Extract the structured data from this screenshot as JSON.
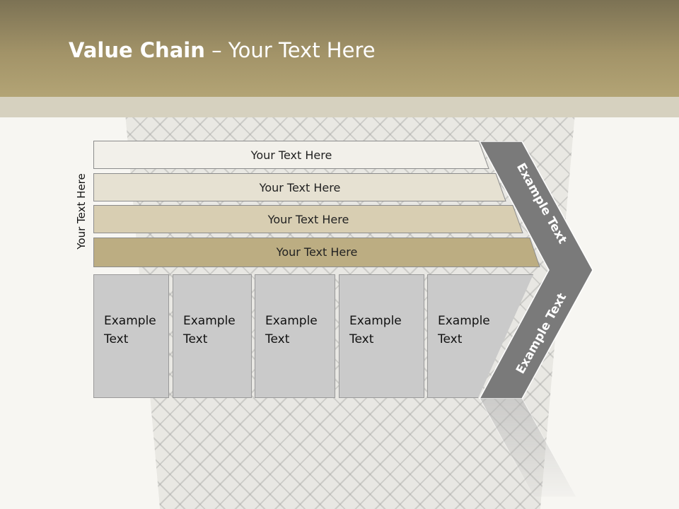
{
  "slide": {
    "title_bold": "Value Chain",
    "title_rest": " – Your Text Here",
    "side_label": "Your Text Here",
    "bars": [
      {
        "label": "Your Text Here",
        "fill": "#f2f0ea"
      },
      {
        "label": "Your Text Here",
        "fill": "#e6e1d2"
      },
      {
        "label": "Your Text Here",
        "fill": "#d8ceb2"
      },
      {
        "label": "Your Text Here",
        "fill": "#bcad82"
      }
    ],
    "columns": [
      {
        "line1": "Example",
        "line2": "Text"
      },
      {
        "line1": "Example",
        "line2": "Text"
      },
      {
        "line1": "Example",
        "line2": "Text"
      },
      {
        "line1": "Example",
        "line2": "Text"
      },
      {
        "line1": "Example",
        "line2": "Text"
      }
    ],
    "chevron": {
      "upper_label": "Example Text",
      "lower_label": "Example Text",
      "fill": "#7a7a7a"
    },
    "colors": {
      "header_top": "#7c7254",
      "header_bottom": "#b3a475",
      "column_fill": "#cacaca"
    }
  }
}
